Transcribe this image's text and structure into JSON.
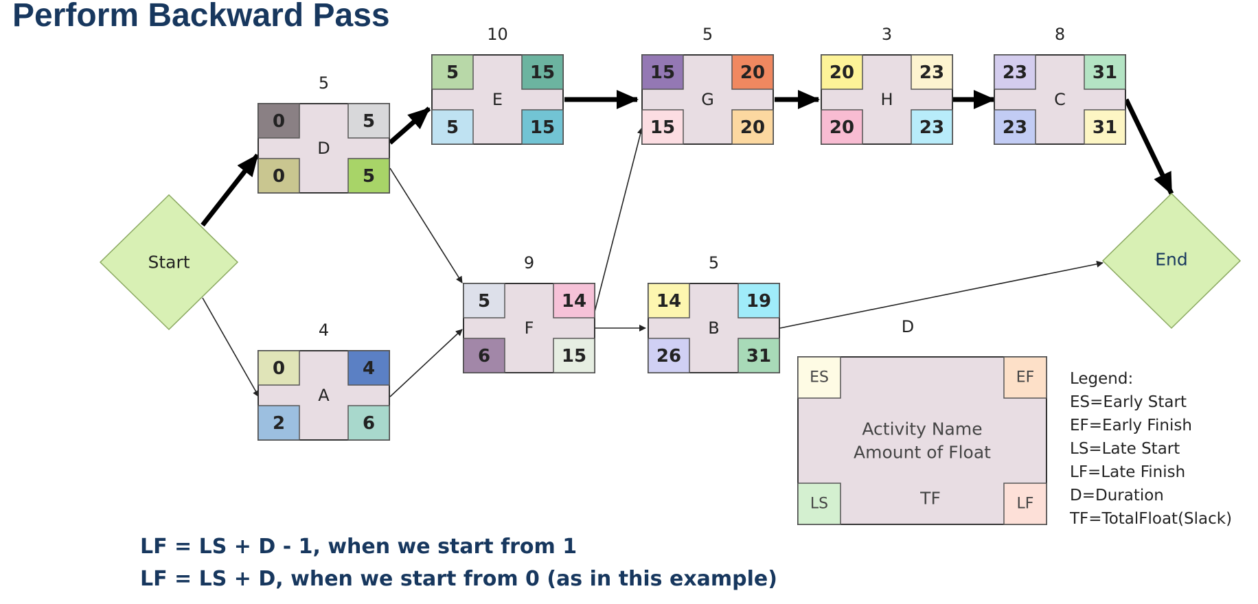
{
  "title": "Perform Backward Pass",
  "formulas": [
    "LF = LS + D - 1, when we start from 1",
    "LF = LS + D, when we start from 0 (as in this example)"
  ],
  "start_label": "Start",
  "end_label": "End",
  "colors": {
    "node_fill": "#e8dde3",
    "diamond_fill": "#d8f0b4",
    "title": "#17375e"
  },
  "activities": [
    {
      "id": "D",
      "name": "D",
      "duration": "5",
      "es": "0",
      "ef": "5",
      "ls": "0",
      "lf": "5",
      "es_color": "#8a8084",
      "ef_color": "#d8d8da",
      "ls_color": "#c9c690",
      "lf_color": "#a8d468"
    },
    {
      "id": "A",
      "name": "A",
      "duration": "4",
      "es": "0",
      "ef": "4",
      "ls": "2",
      "lf": "6",
      "es_color": "#e0e4b8",
      "ef_color": "#5b80c4",
      "ls_color": "#9cbfe0",
      "lf_color": "#a8d8cc"
    },
    {
      "id": "E",
      "name": "E",
      "duration": "10",
      "es": "5",
      "ef": "15",
      "ls": "5",
      "lf": "15",
      "es_color": "#b8d8a8",
      "ef_color": "#6cb4a0",
      "ls_color": "#bfe2f2",
      "lf_color": "#72c4d4"
    },
    {
      "id": "F",
      "name": "F",
      "duration": "9",
      "es": "5",
      "ef": "14",
      "ls": "6",
      "lf": "15",
      "es_color": "#dde0ea",
      "ef_color": "#f6c2d8",
      "ls_color": "#a287a8",
      "lf_color": "#e6eee2"
    },
    {
      "id": "G",
      "name": "G",
      "duration": "5",
      "es": "15",
      "ef": "20",
      "ls": "15",
      "lf": "20",
      "es_color": "#9478b4",
      "ef_color": "#f08860",
      "ls_color": "#fcdde2",
      "lf_color": "#fcd8a0"
    },
    {
      "id": "B",
      "name": "B",
      "duration": "5",
      "es": "14",
      "ef": "19",
      "ls": "26",
      "lf": "31",
      "es_color": "#fdf6b0",
      "ef_color": "#a0ecfa",
      "ls_color": "#d0d0f4",
      "lf_color": "#a8dab8"
    },
    {
      "id": "H",
      "name": "H",
      "duration": "3",
      "es": "20",
      "ef": "23",
      "ls": "20",
      "lf": "23",
      "es_color": "#fdf398",
      "ef_color": "#fdf4d0",
      "ls_color": "#f8bcd2",
      "lf_color": "#b8ecfa"
    },
    {
      "id": "C",
      "name": "C",
      "duration": "8",
      "es": "23",
      "ef": "31",
      "ls": "23",
      "lf": "31",
      "es_color": "#d4cdee",
      "ef_color": "#b4e4c4",
      "ls_color": "#c2ccf4",
      "lf_color": "#fdf6c4"
    }
  ],
  "legend_node": {
    "duration": "D",
    "es": "ES",
    "ef": "EF",
    "ls": "LS",
    "lf": "LF",
    "name_line1": "Activity Name",
    "name_line2": "Amount of Float",
    "tf": "TF",
    "es_color": "#fefbe4",
    "ef_color": "#fde0c8",
    "ls_color": "#d4f0d0",
    "lf_color": "#fde0d8"
  },
  "legend": {
    "heading": "Legend:",
    "items": [
      "ES=Early Start",
      "EF=Early Finish",
      "LS=Late Start",
      "LF=Late Finish",
      "D=Duration",
      "TF=TotalFloat(Slack)"
    ]
  }
}
